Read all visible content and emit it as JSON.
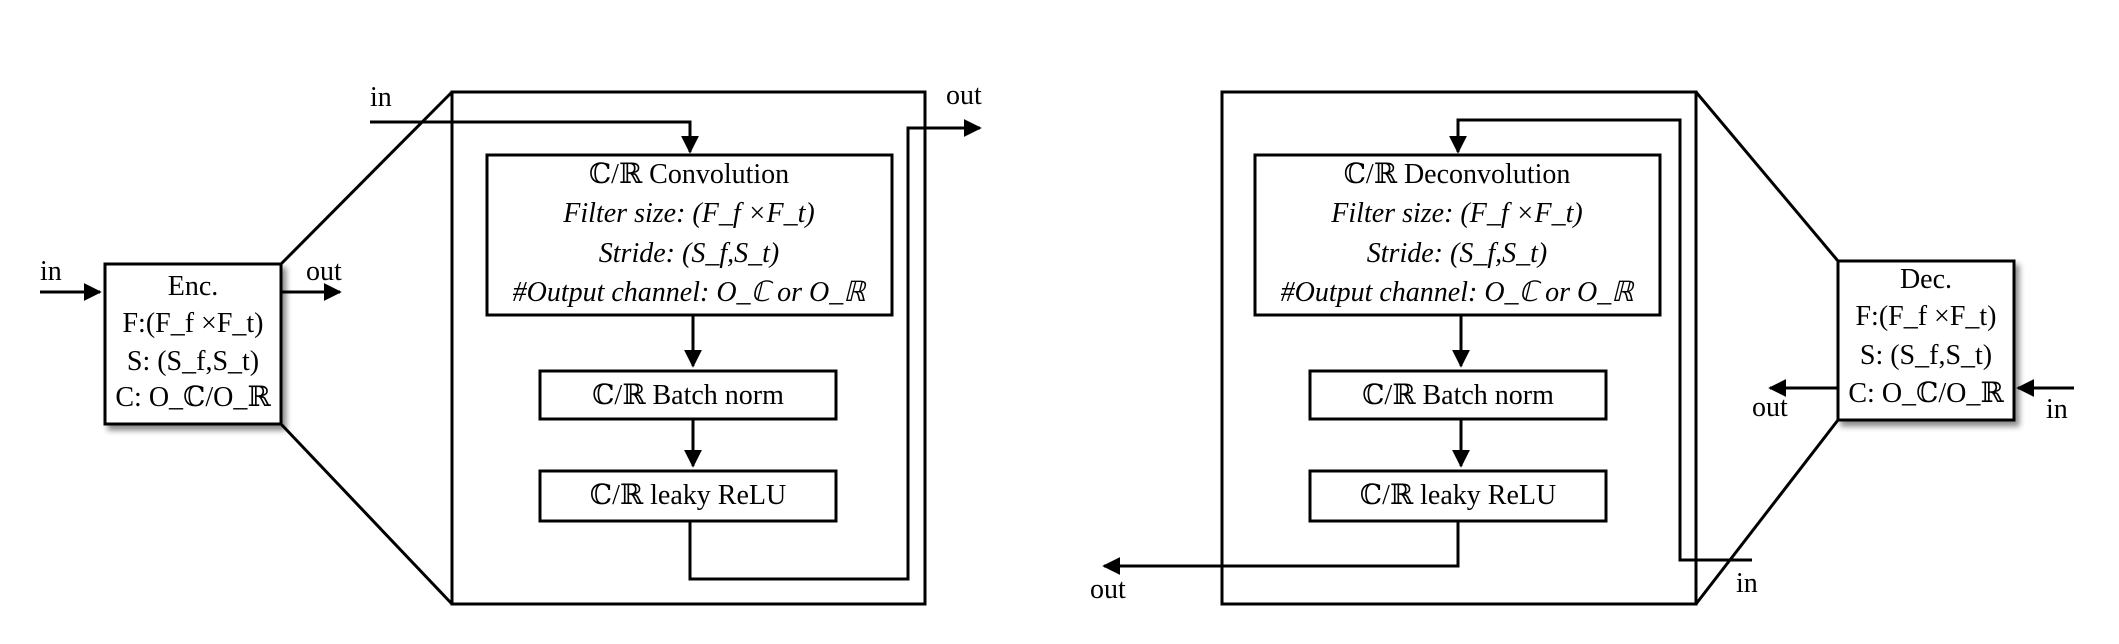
{
  "encoder": {
    "small_box": {
      "title": "Enc.",
      "f_line": "F:(F_f ×F_t)",
      "s_line": "S: (S_f,S_t)",
      "c_line": "C: O_ℂ/O_ℝ",
      "in_label": "in",
      "out_label": "out"
    },
    "expanded": {
      "in_label": "in",
      "out_label": "out",
      "conv_box": {
        "title": "ℂ/ℝ Convolution",
        "filter_line": "Filter size: (F_f ×F_t)",
        "stride_line": "Stride: (S_f,S_t)",
        "output_line": "#Output channel: O_ℂ or O_ℝ"
      },
      "batchnorm_label": "ℂ/ℝ Batch norm",
      "relu_label": "ℂ/ℝ leaky ReLU"
    }
  },
  "decoder": {
    "small_box": {
      "title": "Dec.",
      "f_line": "F:(F_f ×F_t)",
      "s_line": "S: (S_f,S_t)",
      "c_line": "C: O_ℂ/O_ℝ",
      "in_label": "in",
      "out_label": "out"
    },
    "expanded": {
      "in_label": "in",
      "out_label": "out",
      "deconv_box": {
        "title": "ℂ/ℝ Deconvolution",
        "filter_line": "Filter size: (F_f ×F_t)",
        "stride_line": "Stride: (S_f,S_t)",
        "output_line": "#Output channel: O_ℂ or O_ℝ"
      },
      "batchnorm_label": "ℂ/ℝ Batch norm",
      "relu_label": "ℂ/ℝ leaky ReLU"
    }
  }
}
